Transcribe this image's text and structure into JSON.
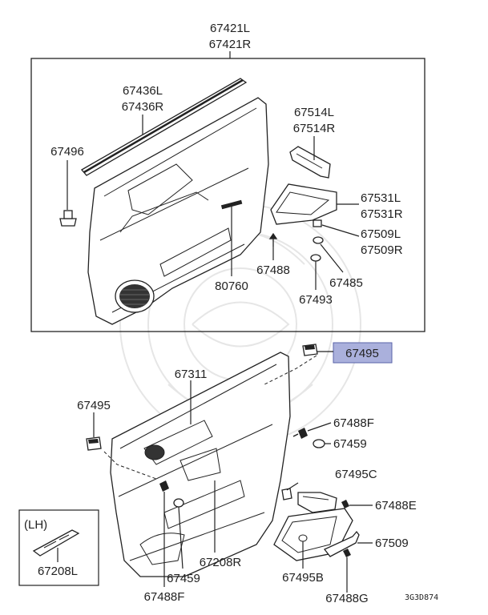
{
  "labels": {
    "l67421L": "67421L",
    "l67421R": "67421R",
    "l67436L": "67436L",
    "l67436R": "67436R",
    "l67496": "67496",
    "l67514L": "67514L",
    "l67514R": "67514R",
    "l67531L": "67531L",
    "l67531R": "67531R",
    "l67509L": "67509L",
    "l67509R": "67509R",
    "l67488a": "67488",
    "l67485": "67485",
    "l67493": "67493",
    "l80760": "80760",
    "l67495_hl": "67495",
    "l67311": "67311",
    "l67495_left": "67495",
    "l67488F_a": "67488F",
    "l67459_a": "67459",
    "l67495C": "67495C",
    "l67488E": "67488E",
    "l67509": "67509",
    "l67495B": "67495B",
    "l67488G": "67488G",
    "l67208R": "67208R",
    "l67459_b": "67459",
    "l67488F_b": "67488F",
    "lh_box_title": "(LH)",
    "l67208L": "67208L",
    "diagram_code": "3G3D874"
  },
  "colors": {
    "highlight_fill": "#aab0dc",
    "highlight_stroke": "#5a63a8",
    "line": "#222222"
  }
}
